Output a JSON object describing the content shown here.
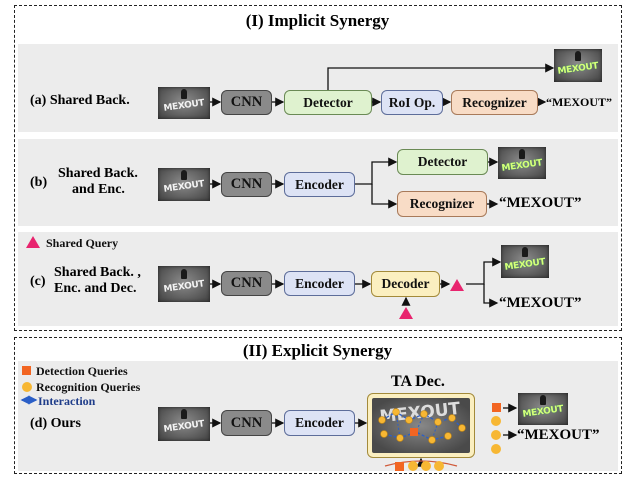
{
  "section1": {
    "title": "(I)  Implicit Synergy"
  },
  "section2": {
    "title": "(II) Explicit Synergy"
  },
  "rows": {
    "a": {
      "prefix": "(a)",
      "label": "Shared Back."
    },
    "b": {
      "prefix": "(b)",
      "label_line1": "Shared Back.",
      "label_line2": "and Enc."
    },
    "c": {
      "prefix": "(c)",
      "label_line1": "Shared Back. ,",
      "label_line2": "Enc. and Dec."
    },
    "d": {
      "prefix": "(d)",
      "label": "Ours"
    }
  },
  "modules": {
    "cnn": "CNN",
    "detector": "Detector",
    "roi": "RoI Op.",
    "recognizer": "Recognizer",
    "encoder": "Encoder",
    "decoder": "Decoder",
    "ta_dec": "TA Dec."
  },
  "outputs": {
    "text_a": "“MEXOUT”",
    "text_b": "“MEXOUT”",
    "text_c": "“MEXOUT”",
    "text_d": "“MEXOUT”"
  },
  "image_text": "MEXOUT",
  "legend": {
    "shared_query": "Shared Query",
    "detection_queries": "Detection Queries",
    "recognition_queries": "Recognition Queries",
    "interaction": "Interaction"
  },
  "colors": {
    "shared_query": "#e8246e",
    "detection_query": "#f26522",
    "recognition_query": "#f7b733",
    "interaction": "#2b5fc7",
    "detector_fill": "#dff2cf",
    "encoder_fill": "#dde3f5",
    "recognizer_fill": "#f8dcc6",
    "decoder_fill": "#fbefc0",
    "cnn_fill": "#8a8a8a",
    "band_fill": "#ececec"
  }
}
